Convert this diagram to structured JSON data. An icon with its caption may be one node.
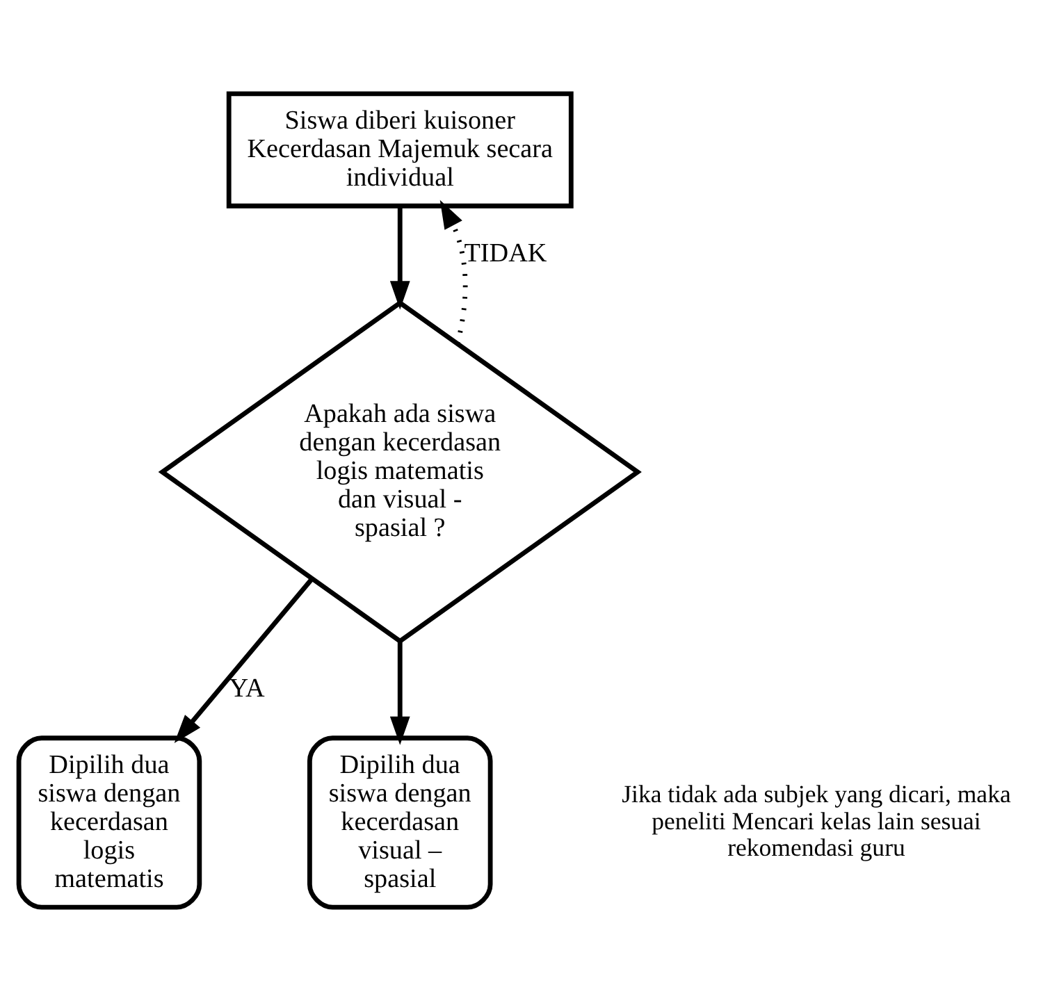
{
  "diagram": {
    "nodes": [
      {
        "text": [
          "Siswa diberi kuisoner Kecerdasan Majemuk secara individual"
        ]
      },
      {
        "text": [
          "Apakah ada siswa dengan kecerdasan logis matematis dan visual - spasial ?"
        ]
      },
      {
        "text": [
          "Dipilih dua siswa dengan kecerdasan logis matematis"
        ]
      },
      {
        "text": [
          "Dipilih dua siswa dengan kecerdasan visual – spasial"
        ]
      }
    ],
    "edges": [
      {
        "from": 0,
        "to": 1,
        "arrow": "to"
      },
      {
        "from": 1,
        "to": 2,
        "arrow": "to",
        "label": "YA"
      },
      {
        "from": 1,
        "to": 3,
        "arrow": "to"
      },
      {
        "from": 1,
        "to": 0,
        "arrow": "to",
        "label": "TIDAK",
        "style": "dashed"
      }
    ],
    "labels": [
      "Jika tidak ada subjek yang dicari, maka peneliti Mencari kelas lain sesuai rekomendasi guru"
    ]
  }
}
